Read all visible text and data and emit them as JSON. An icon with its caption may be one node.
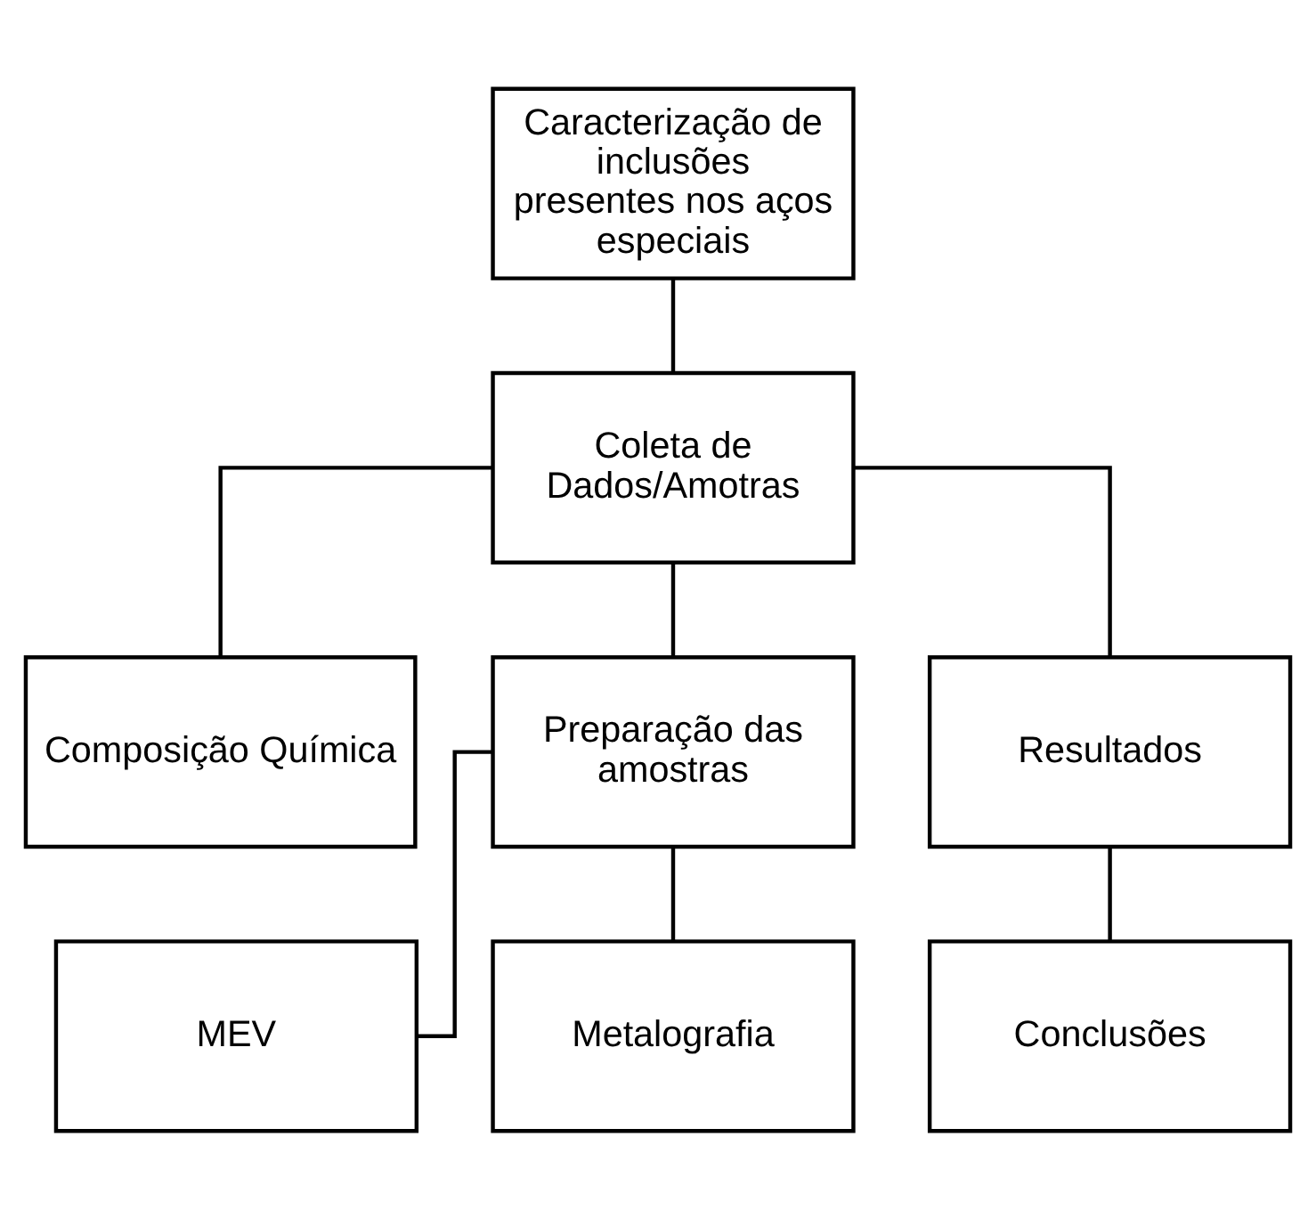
{
  "diagram": {
    "nodes": [
      {
        "text": [
          "Caracterização de inclusões presentes nos aços especiais"
        ]
      },
      {
        "text": [
          "Coleta de Dados/Amotras"
        ]
      },
      {
        "text": [
          "Composição Química"
        ]
      },
      {
        "text": [
          "Preparação das amostras"
        ]
      },
      {
        "text": [
          "Resultados"
        ]
      },
      {
        "text": [
          "MEV"
        ]
      },
      {
        "text": [
          "Conclusões"
        ]
      },
      {
        "text": [
          "Metalografia"
        ]
      }
    ],
    "edges": [
      {
        "from": 0,
        "to": 1,
        "arrow": "none"
      },
      {
        "from": 1,
        "to": 2,
        "arrow": "none"
      },
      {
        "from": 1,
        "to": 3,
        "arrow": "none"
      },
      {
        "from": 1,
        "to": 4,
        "arrow": "none"
      },
      {
        "from": 3,
        "to": 5,
        "arrow": "none"
      },
      {
        "from": 3,
        "to": 7,
        "arrow": "none"
      },
      {
        "from": 4,
        "to": 6,
        "arrow": "none"
      }
    ]
  }
}
